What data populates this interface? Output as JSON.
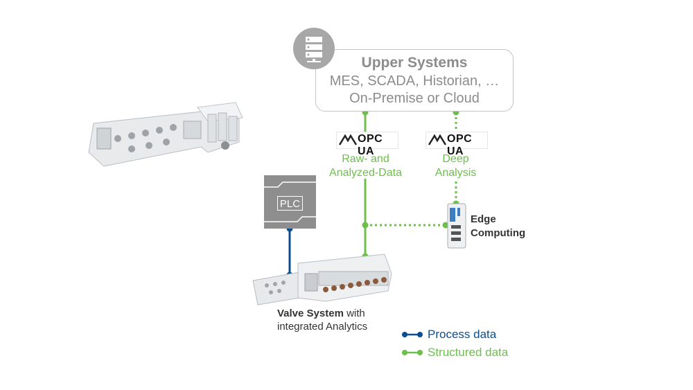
{
  "upper_systems": {
    "title": "Upper Systems",
    "line1": "MES, SCADA, Historian, …",
    "line2": "On-Premise or Cloud"
  },
  "opc_left": {
    "logo_text": "OPC UA",
    "label": "Raw- and\nAnalyzed-Data"
  },
  "opc_right": {
    "logo_text": "OPC UA",
    "label": "Deep\nAnalysis"
  },
  "edge": {
    "label": "Edge\nComputing"
  },
  "plc": {
    "label": "PLC"
  },
  "valve": {
    "bold": "Valve System",
    "rest": " with",
    "line2": "integrated Analytics"
  },
  "legend": [
    {
      "label": "Process data",
      "color": "#0b4e8f"
    },
    {
      "label": "Structured data",
      "color": "#6cbf4a"
    }
  ],
  "colors": {
    "process": "#0b4e8f",
    "structured": "#6cbf4a",
    "gray": "#8c8c8c"
  },
  "icons": [
    "server-icon",
    "opc-ua-logo",
    "plc-icon",
    "edge-device-icon",
    "valve-system-image",
    "io-module-image"
  ]
}
